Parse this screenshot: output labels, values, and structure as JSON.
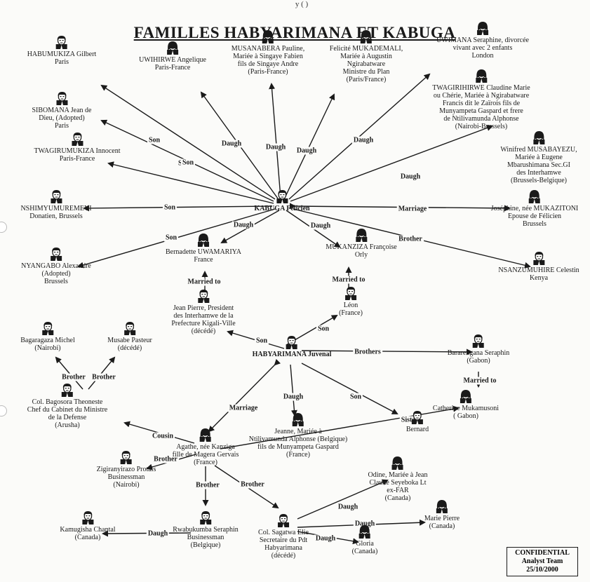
{
  "header": "y                 (                 )",
  "title": "FAMILLES HABYARIMANA ET KABUGA",
  "stamp": [
    "CONFIDENTIAL",
    "Analyst Team",
    "25/10/2000"
  ],
  "nodes": {
    "habumukiza": [
      "HABUMUKIZA Gilbert",
      "Paris"
    ],
    "uwihirwe": [
      "UWIHIRWE Angelique",
      "Paris-France"
    ],
    "musanabera": [
      "MUSANABERA Pauline,",
      "Mariée à Singaye Fabien",
      "fils de Singaye Andre",
      "(Paris-France)"
    ],
    "mukademali": [
      "Felicité MUKADEMALI,",
      "Mariée à Augustin",
      "Ngirabatware",
      "Ministre du Plan",
      "(Paris/France)"
    ],
    "uwimana": [
      "UWIMANA Seraphine, divorcée",
      "vivant avec 2 enfants",
      "London"
    ],
    "sibomana": [
      "SIBOMANA Jean de",
      "Dieu, (Adopted)",
      "Paris"
    ],
    "twagirihirwe": [
      "TWAGIRIHIRWE Claudine Marie",
      "ou Chérie, Mariée à Ngirabatware",
      "Francis dit le Zaïrois fils de",
      "Munyampeta Gaspard et frere",
      "de Ntilivamunda Alphonse",
      "(Nairobi-Brussels)"
    ],
    "twagirumukiza": [
      "TWAGIRUMUKIZA Innocent",
      "Paris-France"
    ],
    "musabayezu": [
      "Winifred MUSABAYEZU,",
      "Mariée à Eugene",
      "Mbarushimana Sec.GI",
      "des Interhamwe",
      "(Brussels-Belgique)"
    ],
    "nshimyumuremeyi": [
      "NSHIMYUMUREMEYI",
      "Donatien, Brussels"
    ],
    "kabuga": [
      "KABUGA Felicien"
    ],
    "mukazitoni": [
      "Joséphine, née MUKAZITONI",
      "Epouse de Félicien",
      "Brussels"
    ],
    "nyangabo": [
      "NYANGABO Alexandre",
      "(Adopted)",
      "Brussels"
    ],
    "uwamariya": [
      "Bernadette UWAMARIYA",
      "France"
    ],
    "mukanziza": [
      "MUKANZIZA Françoise",
      "Orly"
    ],
    "nsanzumuhire": [
      "NSANZUMUHIRE Celestin",
      "Kenya"
    ],
    "jeanpierre": [
      "Jean Pierre, President",
      "des Interhamwe de la",
      "Prefecture Kigali-Ville",
      "(décédé)"
    ],
    "leon": [
      "Léon",
      "(France)"
    ],
    "bagaragaza": [
      "Bagaragaza Michel",
      "(Nairobi)"
    ],
    "musabe": [
      "Musabe Pasteur",
      "(décédé)"
    ],
    "habyarimana": [
      "HABYARIMANA Juvenal"
    ],
    "bararengana": [
      "Bararengana Seraphin",
      "(Gabon)"
    ],
    "bagosora": [
      "Col. Bagosora Theoneste",
      "Chef du Cabinet du Ministre",
      "de la Defense",
      "(Arusha)"
    ],
    "catherine": [
      "Catherine Mukamusoni",
      "( Gabon)"
    ],
    "jeanne": [
      "Jeanne, Mariée à",
      "Ntilivamunda Alphonse (Belgique)",
      "fils de Munyampeta Gaspard",
      "(France)"
    ],
    "bernard": [
      "Bernard"
    ],
    "agathe": [
      "Agathe, née Kanziga",
      "fille de Magera Gervais",
      "(France)"
    ],
    "zigiranyirazo": [
      "Zigiranyirazo Protais",
      "Businessman",
      "(Nairobi)"
    ],
    "odine": [
      "Odine, Mariée à Jean",
      "Claude Seyeboka Lt",
      "ex-FAR",
      "(Canada)"
    ],
    "kamugisha": [
      "Kamugisha Chantal",
      "(Canada)"
    ],
    "rwabukumba": [
      "Rwabukumba Seraphin",
      "Businessman",
      "(Belgique)"
    ],
    "sagatwa": [
      "Col. Sagatwa Elie",
      "Secretaire du Pdt",
      "Habyarimana",
      "(décédé)"
    ],
    "gloria": [
      "Gloria",
      "(Canada)"
    ],
    "mariepierre": [
      "Marie Pierre",
      "(Canada)"
    ]
  },
  "edge_labels": {
    "son1": "Son",
    "daugh1": "Daugh",
    "daugh2": "Daugh",
    "daugh3": "Daugh",
    "daugh4": "Daugh",
    "son2": "Son",
    "son3": "Son",
    "daugh5": "Daugh",
    "son4": "Son",
    "marriage1": "Marriage",
    "son5": "Son",
    "daugh6": "Daugh",
    "daugh7": "Daugh",
    "brother1": "Brother",
    "married1": "Married to",
    "married2": "Married to",
    "son6": "Son",
    "son7": "Son",
    "brothers": "Brothers",
    "brother2": "Brother",
    "brother3": "Brother",
    "married3": "Married to",
    "marriage2": "Marriage",
    "daugh8": "Daugh",
    "son8": "Son",
    "sister": "Sister",
    "cousin": "Cousin",
    "brother4": "Brother",
    "brother5": "Brother",
    "brother6": "Brother",
    "daugh9": "Daugh",
    "daugh10": "Daugh",
    "daugh11": "Daugh",
    "daugh12": "Daugh"
  }
}
